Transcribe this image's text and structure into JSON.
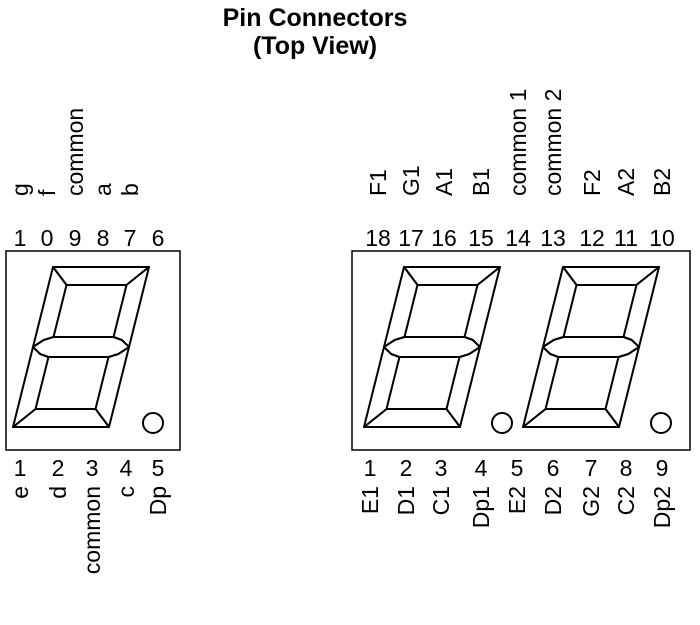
{
  "title_line1": "Pin Connectors",
  "title_line2": "(Top View)",
  "single": {
    "top_numbers": [
      "1",
      "0",
      "9",
      "8",
      "7",
      "6"
    ],
    "top_labels": [
      "g",
      "f",
      "common",
      "a",
      "b"
    ],
    "bottom_numbers": [
      "1",
      "2",
      "3",
      "4",
      "5"
    ],
    "bottom_labels": [
      "e",
      "d",
      "common",
      "c",
      "Dp"
    ]
  },
  "dual": {
    "top_numbers": [
      "18",
      "17",
      "16",
      "15",
      "14",
      "13",
      "12",
      "11",
      "10"
    ],
    "top_labels": [
      "F1",
      "G1",
      "A1",
      "B1",
      "common 1",
      "common 2",
      "F2",
      "A2",
      "B2"
    ],
    "bottom_numbers": [
      "1",
      "2",
      "3",
      "4",
      "5",
      "6",
      "7",
      "8",
      "9"
    ],
    "bottom_labels": [
      "E1",
      "D1",
      "C1",
      "Dp1",
      "E2",
      "D2",
      "G2",
      "C2",
      "Dp2"
    ]
  },
  "colors": {
    "line": "#000000",
    "background": "#ffffff"
  }
}
